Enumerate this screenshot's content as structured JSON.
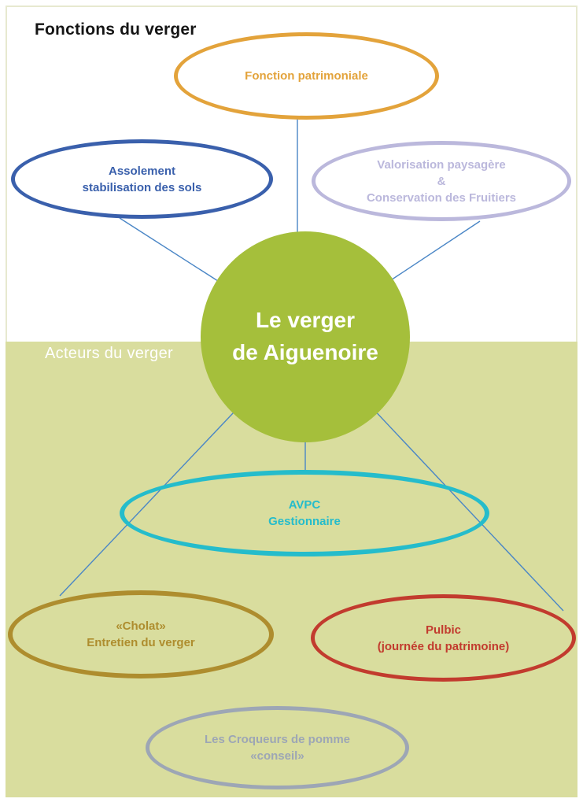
{
  "sections": {
    "functions_title": "Fonctions du verger",
    "actors_title": "Acteurs du verger"
  },
  "center": {
    "label": "Le verger\nde Aiguenoire",
    "fill_color": "#A5BF3B",
    "text_color": "#FFFFFF"
  },
  "nodes": {
    "patrimoniale": {
      "label": "Fonction patrimoniale",
      "color": "#E3A33B"
    },
    "assolement": {
      "label": "Assolement\nstabilisation des sols",
      "color": "#3A60AC"
    },
    "valorisation": {
      "label": "Valorisation paysagère\n&\nConservation des Fruitiers",
      "color": "#BBB8DC"
    },
    "avpc": {
      "label": "AVPC\nGestionnaire",
      "color": "#25BCCB"
    },
    "cholat": {
      "label": "«Cholat»\nEntretien du verger",
      "color": "#AE8D2E"
    },
    "public": {
      "label": "Pulbic\n(journée du patrimoine)",
      "color": "#C23B2E"
    },
    "croqueurs": {
      "label": "Les Croqueurs de pomme\n«conseil»",
      "color": "#9DA6B5"
    }
  },
  "connector_color": "#4A86C6",
  "background": {
    "functions_section": "#FFFFFF",
    "actors_section": "#D9DD9E"
  }
}
